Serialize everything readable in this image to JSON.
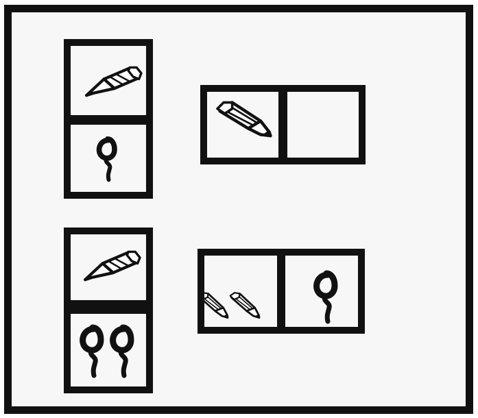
{
  "figure": {
    "panels": [
      {
        "id": "top-left",
        "top": "pencil",
        "bottom": "worm-1"
      },
      {
        "id": "top-right",
        "left": "pencil",
        "right": "empty"
      },
      {
        "id": "bottom-left",
        "top": "pencil",
        "bottom": "worm-2"
      },
      {
        "id": "bottom-right",
        "left": "pencil-2",
        "right": "worm-1"
      }
    ],
    "icons": [
      "pencil-icon",
      "worm-icon"
    ],
    "colors": {
      "ink": "#111111",
      "paper": "#f7f7f7",
      "background": "#ffffff"
    }
  }
}
